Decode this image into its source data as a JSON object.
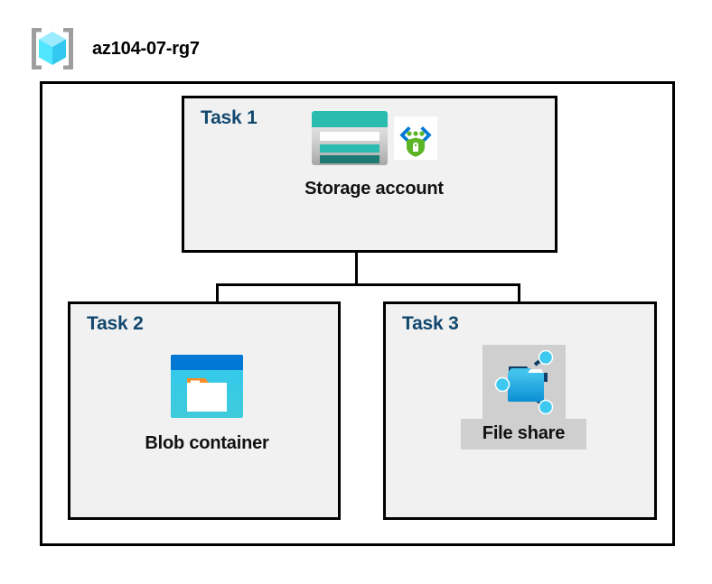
{
  "diagram": {
    "header": {
      "icon": "resource-group-cube-icon",
      "title": "az104-07-rg7"
    },
    "container": {
      "name": "resource-group-boundary"
    },
    "tasks": [
      {
        "id": "task1",
        "label": "Task 1",
        "node": {
          "label": "Storage account",
          "icons": [
            "storage-account-icon",
            "secure-private-endpoint-icon"
          ]
        }
      },
      {
        "id": "task2",
        "label": "Task 2",
        "node": {
          "label": "Blob container",
          "icons": [
            "blob-container-icon"
          ]
        }
      },
      {
        "id": "task3",
        "label": "Task 3",
        "node": {
          "label": "File share",
          "icons": [
            "file-share-icon"
          ]
        }
      }
    ],
    "connectors": [
      {
        "from": "task1",
        "to": "task2"
      },
      {
        "from": "task1",
        "to": "task3"
      }
    ],
    "colors": {
      "task_label": "#12486F",
      "node_label": "#111111",
      "box_fill": "#F1F1F1",
      "box_border": "#000000",
      "selection_highlight": "#CFCFCF",
      "storage_teal": "#2BBCB0",
      "storage_teal_dark": "#1F7A75",
      "blob_blue": "#0078D4",
      "blob_cyan": "#32C8F0",
      "blob_orange": "#F78D28",
      "shield_green": "#5BB526",
      "cube_cyan": "#50E6FF",
      "bracket_gray": "#9E9E9E"
    }
  }
}
